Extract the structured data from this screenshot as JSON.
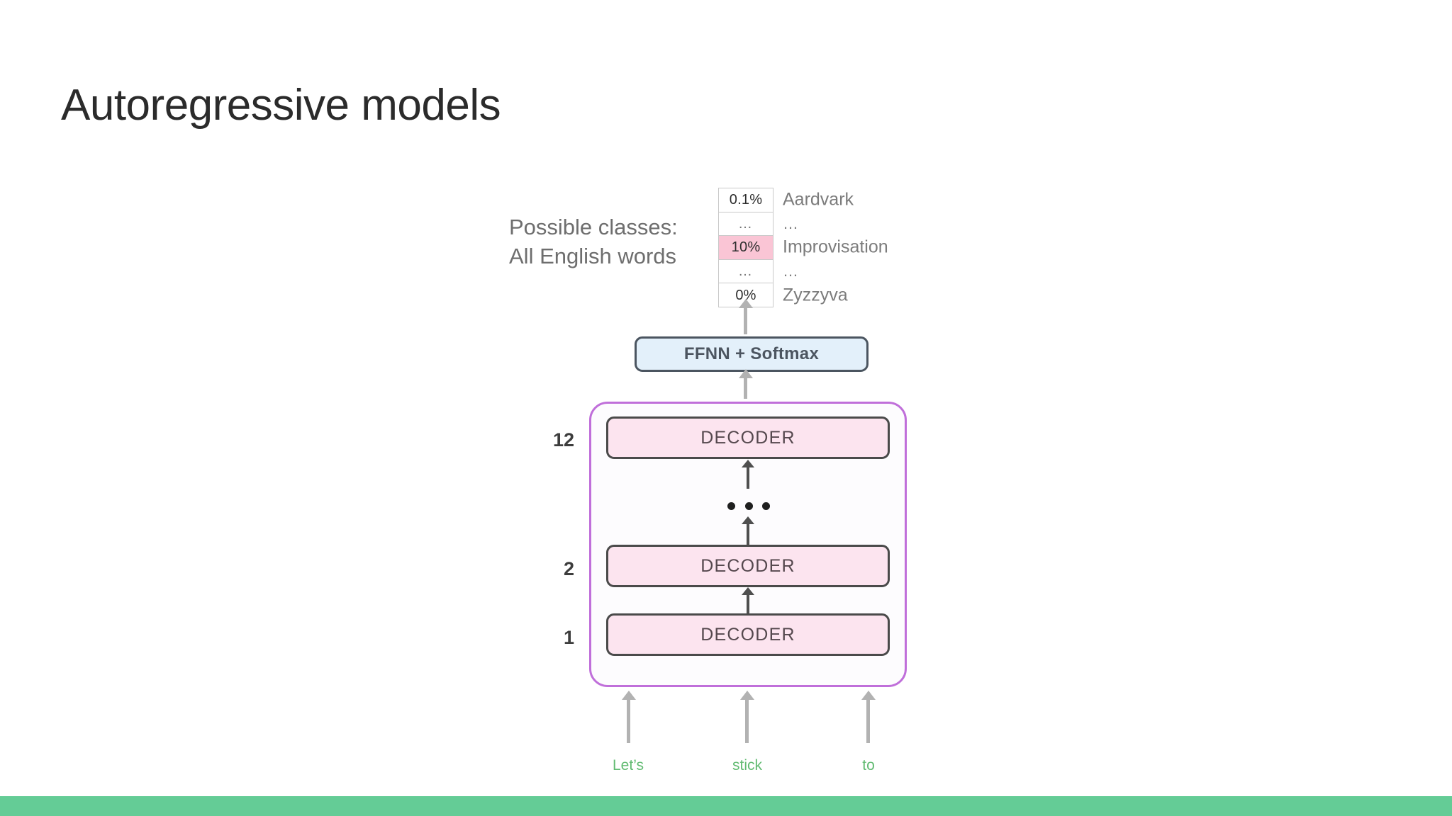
{
  "slide": {
    "title": "Autoregressive models",
    "accent_bar_color": "#64cc96"
  },
  "classes_caption": {
    "line1": "Possible classes:",
    "line2": "All English words"
  },
  "output_distribution": {
    "rows": [
      {
        "probability": "0.1%",
        "word": "Aardvark",
        "highlight": false
      },
      {
        "probability": "…",
        "word": "…",
        "highlight": false
      },
      {
        "probability": "10%",
        "word": "Improvisation",
        "highlight": true
      },
      {
        "probability": "…",
        "word": "…",
        "highlight": false
      },
      {
        "probability": "0%",
        "word": "Zyzzyva",
        "highlight": false
      }
    ],
    "highlight_color": "#fac5d5"
  },
  "ffnn": {
    "label": "FFNN + Softmax",
    "fill_color": "#e3f0fa",
    "border_color": "#4b5560"
  },
  "decoder_stack": {
    "container_border_color": "#c06fda",
    "box_fill_color": "#fce4ef",
    "box_border_color": "#4a4a4a",
    "layers": [
      {
        "number": "12",
        "label": "DECODER"
      },
      {
        "number": "2",
        "label": "DECODER"
      },
      {
        "number": "1",
        "label": "DECODER"
      }
    ],
    "ellipsis_dots": 3
  },
  "inputs": {
    "words": [
      "Let’s",
      "stick",
      "to"
    ],
    "color": "#62bb72"
  },
  "icons": {
    "arrow_up": "arrow-up-icon"
  }
}
